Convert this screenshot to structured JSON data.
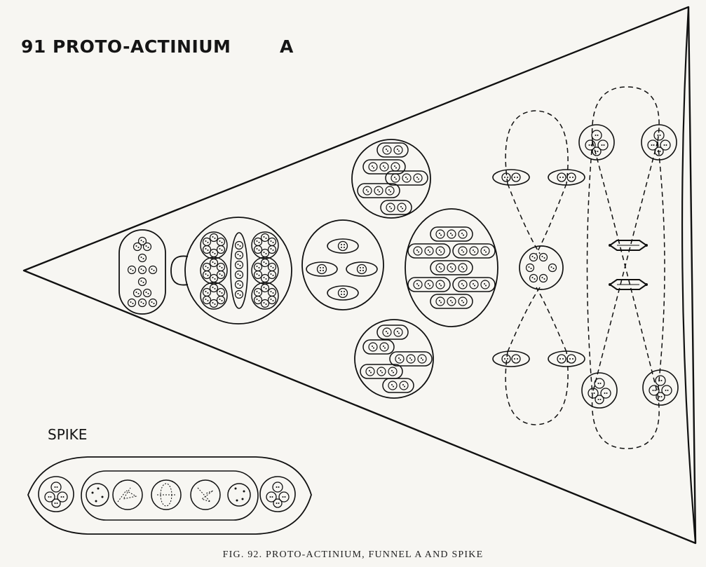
{
  "header": {
    "title": "91 PROTO-ACTINIUM",
    "funnel_label": "A"
  },
  "spike_label": "SPIKE",
  "caption": "FIG. 92.  PROTO-ACTINIUM,  FUNNEL  A  AND  SPIKE"
}
